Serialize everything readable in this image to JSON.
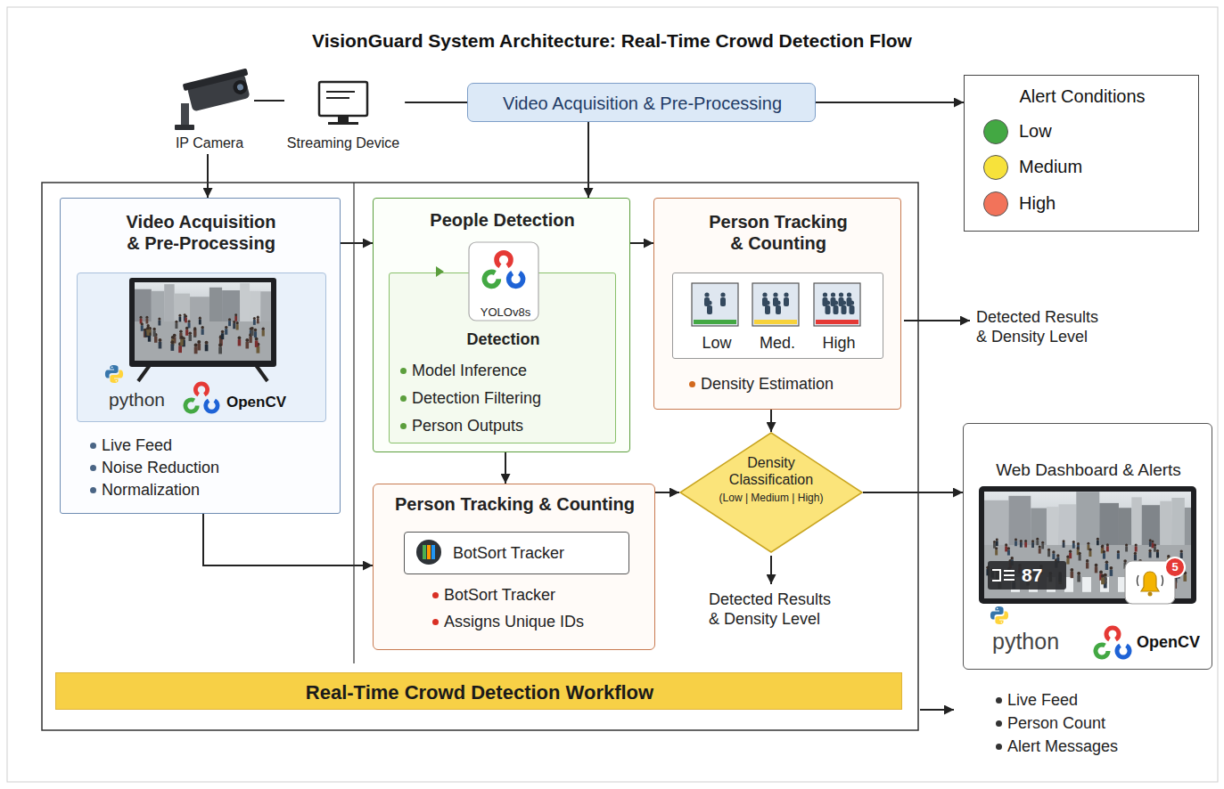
{
  "diagram": {
    "title": "VisionGuard System Architecture: Real-Time Crowd Detection Flow",
    "nodes": [
      {
        "text": [
          "IP Camera"
        ]
      },
      {
        "text": [
          "Streaming Device"
        ]
      },
      {
        "text": [
          "Video Acquisition & Pre-Processing"
        ]
      },
      {
        "text": [
          "Alert Conditions"
        ]
      },
      {
        "text": [
          "Video Acquisition & Pre-Processing",
          "Live Feed",
          "Noise Reduction",
          "Normalization"
        ]
      },
      {
        "text": [
          "python",
          "OpenCV"
        ],
        "in": 4
      },
      {
        "text": [
          "People Detection"
        ]
      },
      {
        "text": [
          "YOLOv8s",
          "Detection",
          "Model Inference",
          "Detection Filtering",
          "Person Outputs"
        ],
        "in": 6
      },
      {
        "text": [
          "Person Tracking & Counting",
          "Density Estimation"
        ]
      },
      {
        "text": [
          "Low",
          "Med.",
          "High"
        ],
        "in": 8
      },
      {
        "text": [
          "Density Classification",
          "(Low | Medium | High)"
        ]
      },
      {
        "text": [
          "Person Tracking & Counting",
          "BotSort Tracker",
          "Assigns Unique IDs"
        ]
      },
      {
        "text": [
          "BotSort Tracker"
        ],
        "in": 11
      },
      {
        "text": [
          "Web Dashboard & Alerts",
          "python",
          "OpenCV"
        ]
      },
      {
        "text": [
          "Real-Time Crowd Detection Workflow"
        ]
      }
    ],
    "edges": [
      {
        "from": 0,
        "to": 1,
        "arrow": "none"
      },
      {
        "from": 1,
        "to": 2,
        "arrow": "none"
      },
      {
        "from": 2,
        "to": 3,
        "arrow": "to"
      },
      {
        "from": 0,
        "to": 4,
        "arrow": "to"
      },
      {
        "from": 2,
        "to": 6,
        "arrow": "to"
      },
      {
        "from": 4,
        "to": 6,
        "arrow": "to"
      },
      {
        "from": 6,
        "to": 8,
        "arrow": "to"
      },
      {
        "from": 6,
        "to": 11,
        "arrow": "to"
      },
      {
        "from": 4,
        "to": 11,
        "arrow": "to"
      },
      {
        "from": 8,
        "to": 10,
        "arrow": "to"
      },
      {
        "from": 11,
        "to": 10,
        "arrow": "to"
      },
      {
        "from": 10,
        "to": 13,
        "arrow": "to"
      }
    ],
    "labels": [
      "Detected Results & Density Level",
      "Detected Results & Density Level",
      "87",
      "5",
      "Live Feed",
      "Person Count",
      "Alert Messages"
    ],
    "legend": [
      {
        "text": "Low",
        "color": "#43a843"
      },
      {
        "text": "Medium",
        "color": "#f7e23b"
      },
      {
        "text": "High",
        "color": "#f2735a"
      }
    ]
  }
}
